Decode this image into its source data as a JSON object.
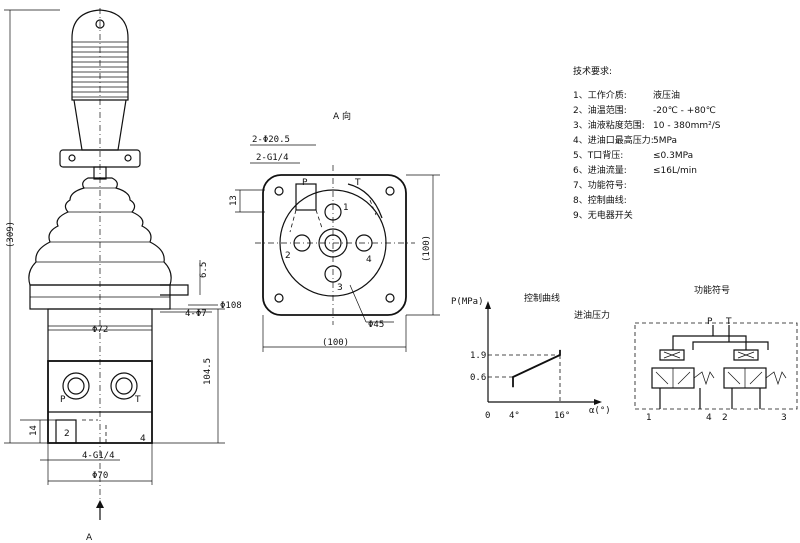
{
  "side_view": {
    "dim_height_total": "(309)",
    "dim_lower_height": "104.5",
    "dim_flange_thk": "6.5",
    "dim_dia_108": "Φ108",
    "dim_dia_72": "Φ72",
    "dim_dia_70": "Φ70",
    "dim_holes": "4-Φ7",
    "dim_ports": "4-G1/4",
    "dim_14": "14",
    "port_p": "P",
    "port_t": "T",
    "port_2": "2",
    "port_4": "4",
    "arrow_a": "A"
  },
  "view_a": {
    "title": "A 向",
    "dim_holes_big": "2-Φ20.5",
    "dim_ports": "2-G1/4",
    "dim_13": "13",
    "dim_width": "(100)",
    "dim_height": "(100)",
    "dim_dia_45": "Φ45",
    "label_p": "P",
    "label_t": "T",
    "num_1": "1",
    "num_2": "2",
    "num_3": "3",
    "num_4": "4"
  },
  "requirements": {
    "title": "技术要求:",
    "items": [
      {
        "label": "1、工作介质:",
        "value": "液压油"
      },
      {
        "label": "2、油温范围:",
        "value": "-20℃ - +80℃"
      },
      {
        "label": "3、油液粘度范围:",
        "value": "10 - 380mm²/S"
      },
      {
        "label": "4、进油口最高压力:",
        "value": "5MPa"
      },
      {
        "label": "5、T口背压:",
        "value": "≤0.3MPa"
      },
      {
        "label": "6、进油流量:",
        "value": "≤16L/min"
      },
      {
        "label": "7、功能符号:",
        "value": ""
      },
      {
        "label": "8、控制曲线:",
        "value": ""
      },
      {
        "label": "9、无电器开关",
        "value": ""
      }
    ]
  },
  "control_curve": {
    "title": "控制曲线",
    "y_axis_label": "P(MPa)",
    "x_axis_label": "α(°)",
    "annotation": "进油压力",
    "y_tick_1": "1.9",
    "y_tick_2": "0.6",
    "x_tick_0": "0",
    "x_tick_1": "4°",
    "x_tick_2": "16°"
  },
  "chart_data": {
    "type": "line",
    "title": "控制曲线",
    "xlabel": "α(°)",
    "ylabel": "P(MPa)",
    "series": [
      {
        "x": [
          4,
          4,
          16,
          16
        ],
        "y": [
          0,
          0.6,
          1.9,
          2.2
        ]
      }
    ],
    "x_ticks": [
      "0",
      "4°",
      "16°"
    ],
    "y_ticks": [
      "0.6",
      "1.9"
    ]
  },
  "function_symbol": {
    "title": "功能符号",
    "label_p": "P",
    "label_t": "T",
    "port_1": "1",
    "port_4": "4",
    "port_2": "2",
    "port_3": "3"
  }
}
